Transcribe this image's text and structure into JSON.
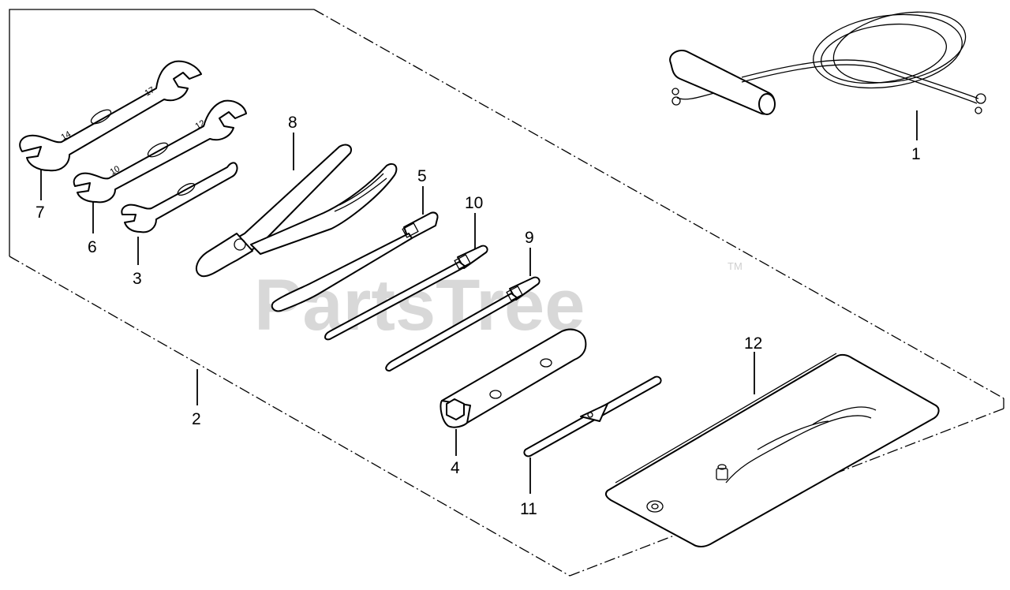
{
  "watermark": {
    "text": "PartsTree",
    "tm": "TM"
  },
  "callouts": [
    {
      "id": "1",
      "label": "1"
    },
    {
      "id": "2",
      "label": "2"
    },
    {
      "id": "3",
      "label": "3"
    },
    {
      "id": "4",
      "label": "4"
    },
    {
      "id": "5",
      "label": "5"
    },
    {
      "id": "6",
      "label": "6"
    },
    {
      "id": "7",
      "label": "7"
    },
    {
      "id": "8",
      "label": "8"
    },
    {
      "id": "9",
      "label": "9"
    },
    {
      "id": "10",
      "label": "10"
    },
    {
      "id": "11",
      "label": "11"
    },
    {
      "id": "12",
      "label": "12"
    }
  ],
  "wrench_sizes": {
    "w7_a": "14",
    "w7_b": "17",
    "w6_a": "10",
    "w6_b": "12"
  },
  "colors": {
    "line": "#000000",
    "background": "#ffffff",
    "watermark": "#d8d8d8"
  }
}
